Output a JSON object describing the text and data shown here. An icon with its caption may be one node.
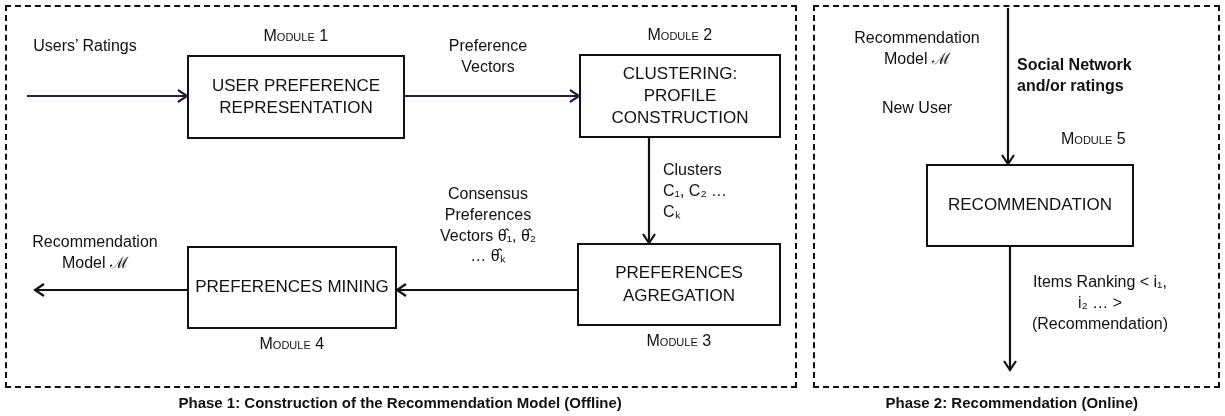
{
  "diagram": {
    "nodes": [
      {
        "text": [
          "Phase 1: Construction of the  Recommendation Model (Offline)"
        ]
      },
      {
        "text": [
          "USER PREFERENCE REPRESENTATION"
        ],
        "in": 0,
        "beside": [
          "Module 1"
        ]
      },
      {
        "text": [
          "CLUSTERING: PROFILE CONSTRUCTION"
        ],
        "in": 0,
        "beside": [
          "Module 2"
        ]
      },
      {
        "text": [
          "PREFERENCES AGREGATION"
        ],
        "in": 0,
        "beside": [
          "Module 3"
        ]
      },
      {
        "text": [
          "PREFERENCES MINING"
        ],
        "in": 0,
        "beside": [
          "Module 4"
        ]
      },
      {
        "text": [
          "Phase 2:  Recommendation (Online)"
        ]
      },
      {
        "text": [
          "RECOMMENDATION"
        ],
        "in": 5,
        "beside": [
          "Module 5"
        ]
      }
    ],
    "edges": [
      {
        "from": null,
        "to": 1,
        "arrow": "to",
        "label": "Users’ Ratings",
        "color": "#2e1a47"
      },
      {
        "from": 1,
        "to": 2,
        "arrow": "to",
        "label": "Preference Vectors",
        "color": "#2e1a47"
      },
      {
        "from": 2,
        "to": 3,
        "arrow": "to",
        "label": "Clusters C₁, C₂ … Cₖ"
      },
      {
        "from": 3,
        "to": 4,
        "arrow": "to",
        "label": "Consensus Preferences Vectors θ̂₁, θ̂₂ … θ̂ₖ"
      },
      {
        "from": 4,
        "to": null,
        "arrow": "to",
        "label": "Recommendation Model ℳ"
      },
      {
        "from": null,
        "to": 6,
        "arrow": "to",
        "label": "Social Network and/or ratings"
      },
      {
        "from": 6,
        "to": null,
        "arrow": "to",
        "label": "Items Ranking < i₁, i₂ … > (Recommendation)"
      }
    ],
    "labels": [
      "Recommendation Model ℳ",
      "New User"
    ]
  }
}
